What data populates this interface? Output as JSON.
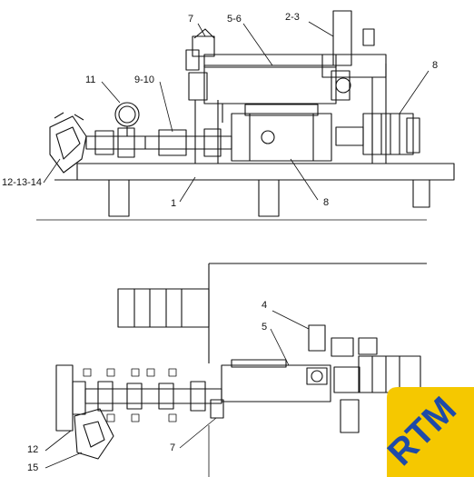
{
  "diagram": {
    "top_view": {
      "callouts": {
        "c7": "7",
        "c5_6": "5-6",
        "c2_3": "2-3",
        "c8_right": "8",
        "c11": "11",
        "c9_10": "9-10",
        "c12_13_14": "12-13-14",
        "c1": "1",
        "c8_lower": "8"
      }
    },
    "bottom_view": {
      "callouts": {
        "c4": "4",
        "c5": "5",
        "c12": "12",
        "c15": "15",
        "c7": "7"
      }
    },
    "logo": {
      "text": "RTM",
      "bg_color": "#f5c800",
      "text_color": "#1e4aa8"
    }
  }
}
